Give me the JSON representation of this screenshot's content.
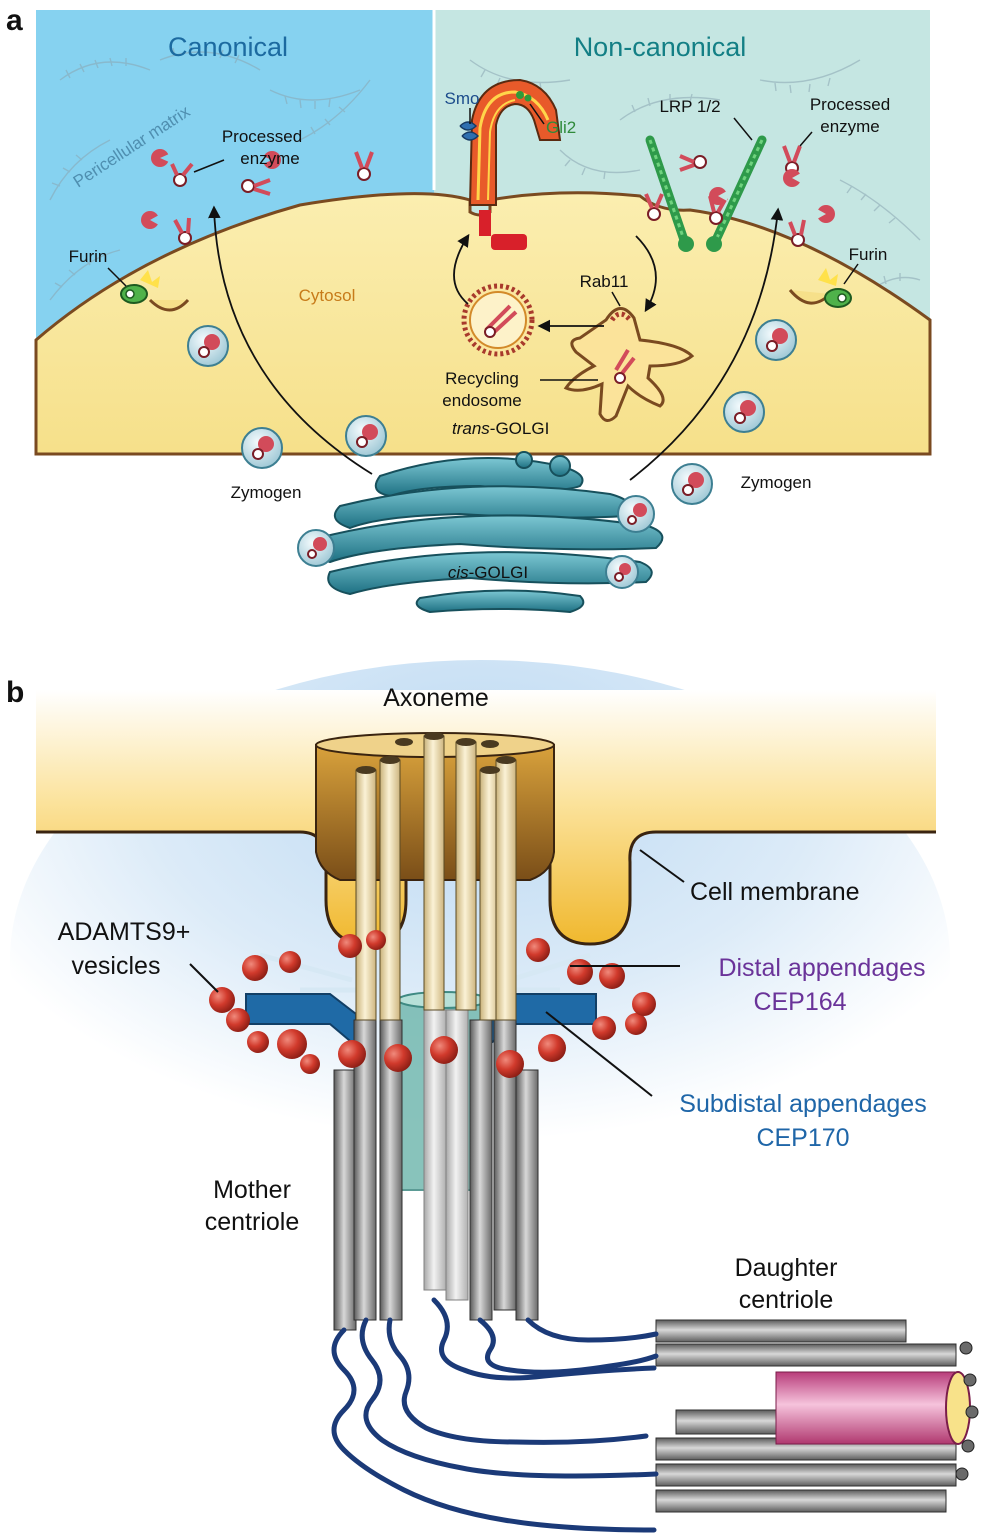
{
  "panel_a": {
    "letter": "a",
    "canonical": "Canonical",
    "non_canonical": "Non-canonical",
    "pericellular_matrix": "Pericellular matrix",
    "processed_enzyme_left_1": "Processed",
    "processed_enzyme_left_2": "enzyme",
    "processed_enzyme_right_1": "Processed",
    "processed_enzyme_right_2": "enzyme",
    "smo": "Smo",
    "gli2": "Gli2",
    "lrp": "LRP 1/2",
    "furin_left": "Furin",
    "furin_right": "Furin",
    "cytosol": "Cytosol",
    "rab11": "Rab11",
    "recycling_1": "Recycling",
    "recycling_2": "endosome",
    "trans_prefix": "trans",
    "trans_suffix": "-GOLGI",
    "cis_prefix": "cis",
    "cis_suffix": "-GOLGI",
    "zymogen_left": "Zymogen",
    "zymogen_right": "Zymogen"
  },
  "panel_b": {
    "letter": "b",
    "axoneme": "Axoneme",
    "cell_membrane": "Cell membrane",
    "adamts_1": "ADAMTS9+",
    "adamts_2": "vesicles",
    "distal_1": "Distal appendages",
    "distal_2": "CEP164",
    "subdistal_1": "Subdistal appendages",
    "subdistal_2": "CEP170",
    "mother_1": "Mother",
    "mother_2": "centriole",
    "daughter_1": "Daughter",
    "daughter_2": "centriole"
  },
  "colors": {
    "canonical_bg": "#86d2f0",
    "noncanonical_bg": "#c5e6e2",
    "cytosol": "#f8e79a",
    "vesicle_red": "#c9372c",
    "distal_purple": "#6a3399",
    "subdistal_blue": "#1f66a8",
    "golgi": "#2f98a8"
  }
}
